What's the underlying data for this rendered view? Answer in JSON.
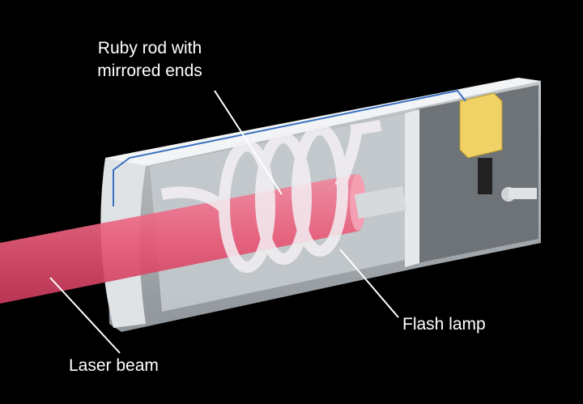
{
  "labels": {
    "ruby_rod": [
      "Ruby rod with",
      "mirrored ends"
    ],
    "flash_lamp": "Flash lamp",
    "laser_beam": "Laser beam"
  },
  "colors": {
    "background": "#000000",
    "beam": "#e8607a",
    "housing": "#d8dde2",
    "capacitor": "#f0d060",
    "wire": "#3a6fc0"
  }
}
